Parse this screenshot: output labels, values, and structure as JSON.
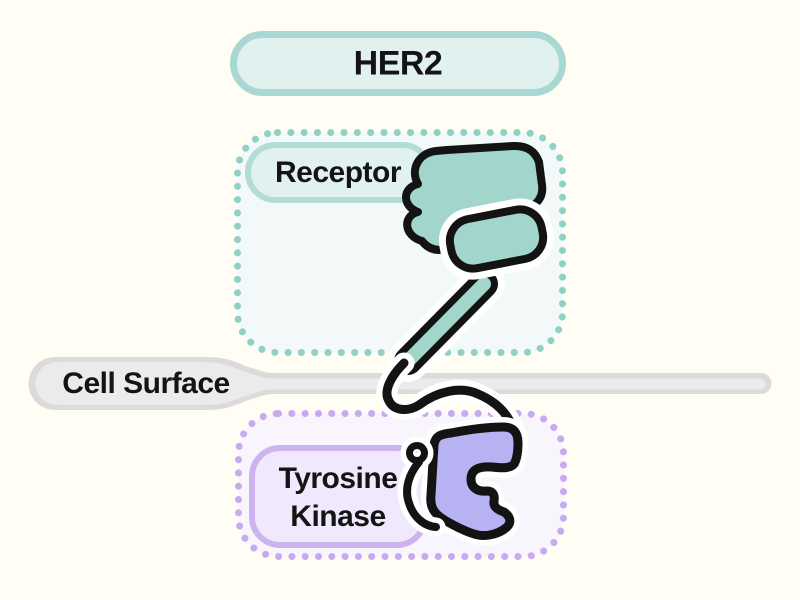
{
  "diagram": {
    "title_pill": "HER2",
    "regions": [
      {
        "id": "receptor",
        "label": "Receptor"
      },
      {
        "id": "tyrosine-kinase",
        "label_line1": "Tyrosine",
        "label_line2": "Kinase"
      }
    ],
    "membrane": {
      "label": "Cell Surface"
    }
  },
  "colors": {
    "background": "#fffdf4",
    "outline_black": "#131313",
    "teal_protein_fill": "#a2d5cb",
    "teal_pill_fill": "#e1f1ef",
    "teal_pill_border": "#a9d8d2",
    "teal_dots": "#90d1c7",
    "receptor_box_fill": "#f2f9f8",
    "purple_protein_fill": "#b7b2f2",
    "purple_pill_fill": "#f0e8fc",
    "purple_pill_border": "#ccb4f0",
    "purple_dots": "#c9a9f0",
    "kinase_box_fill": "#f8f5fd",
    "membrane_outer_gray": "#dbdbdb",
    "membrane_inner_gray": "#ebebeb",
    "halo_white": "#ffffff"
  }
}
